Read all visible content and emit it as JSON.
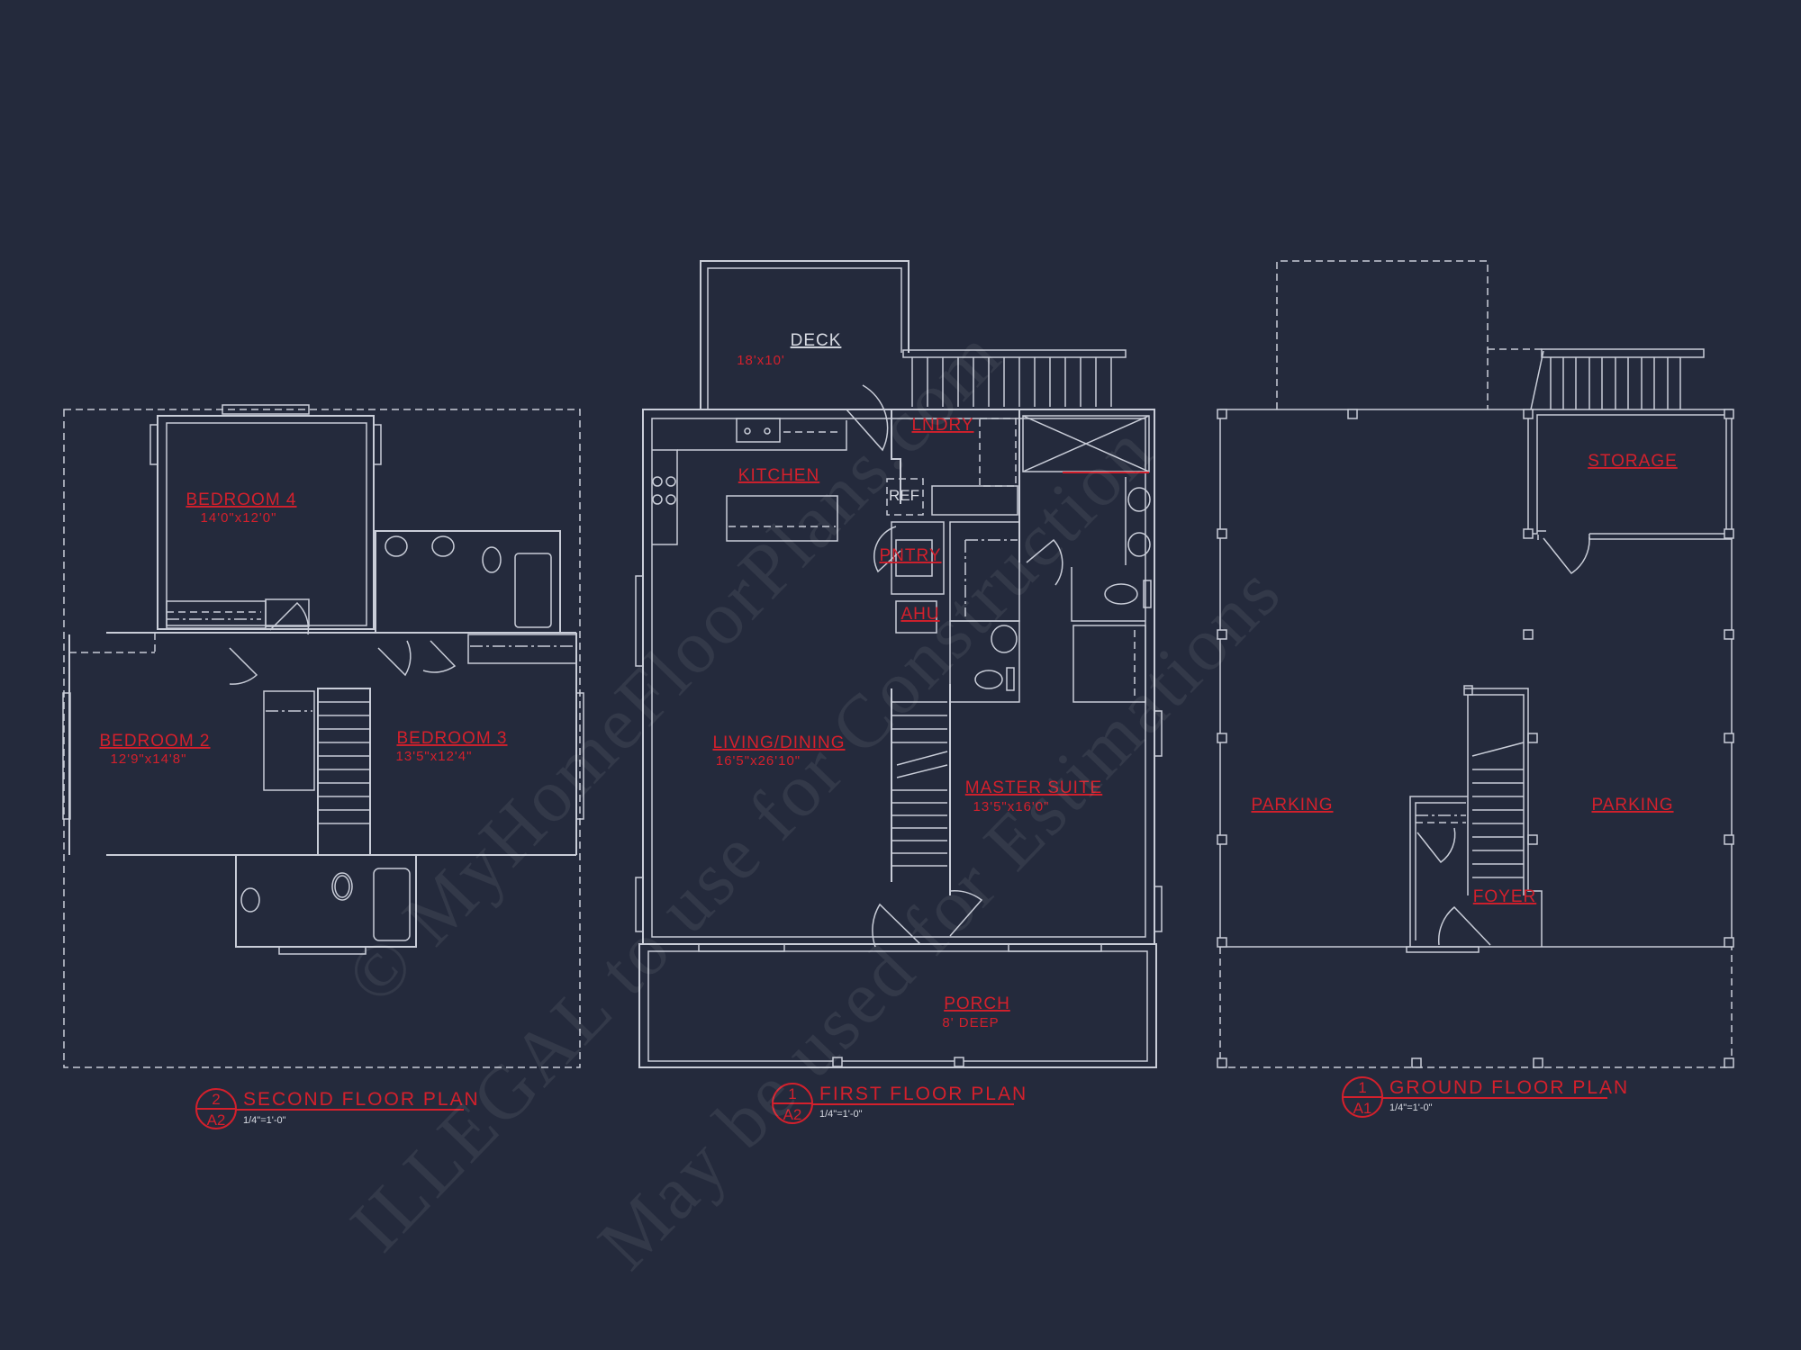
{
  "colors": {
    "background": "#242a3c",
    "linework": "#c9cdd8",
    "labels": "#d4202c"
  },
  "watermark": {
    "line1": "© MyHomeFloorPlans.com",
    "line2": "ILLEGAL to use for Construction",
    "line3": "May be used for Estimations"
  },
  "second_floor": {
    "title": "SECOND FLOOR PLAN",
    "detail_number": "2",
    "sheet": "A2",
    "scale": "1/4\"=1'-0\"",
    "rooms": {
      "bedroom4": {
        "name": "BEDROOM 4",
        "size": "14'0\"x12'0\""
      },
      "bedroom2": {
        "name": "BEDROOM 2",
        "size": "12'9\"x14'8\""
      },
      "bedroom3": {
        "name": "BEDROOM 3",
        "size": "13'5\"x12'4\""
      }
    }
  },
  "first_floor": {
    "title": "FIRST FLOOR PLAN",
    "detail_number": "1",
    "sheet": "A2",
    "scale": "1/4\"=1'-0\"",
    "rooms": {
      "deck": {
        "name": "DECK",
        "size": "18'x10'"
      },
      "kitchen": {
        "name": "KITCHEN"
      },
      "laundry": {
        "name": "LNDRY"
      },
      "ref": {
        "name": "REF"
      },
      "pantry": {
        "name": "PNTRY"
      },
      "ahu": {
        "name": "AHU"
      },
      "living": {
        "name": "LIVING/DINING",
        "size": "16'5\"x26'10\""
      },
      "master": {
        "name": "MASTER SUITE",
        "size": "13'5\"x16'0\""
      },
      "porch": {
        "name": "PORCH",
        "size": "8' DEEP"
      }
    }
  },
  "ground_floor": {
    "title": "GROUND FLOOR PLAN",
    "detail_number": "1",
    "sheet": "A1",
    "scale": "1/4\"=1'-0\"",
    "rooms": {
      "storage": {
        "name": "STORAGE"
      },
      "parking_left": {
        "name": "PARKING"
      },
      "parking_right": {
        "name": "PARKING"
      },
      "foyer": {
        "name": "FOYER"
      }
    }
  }
}
